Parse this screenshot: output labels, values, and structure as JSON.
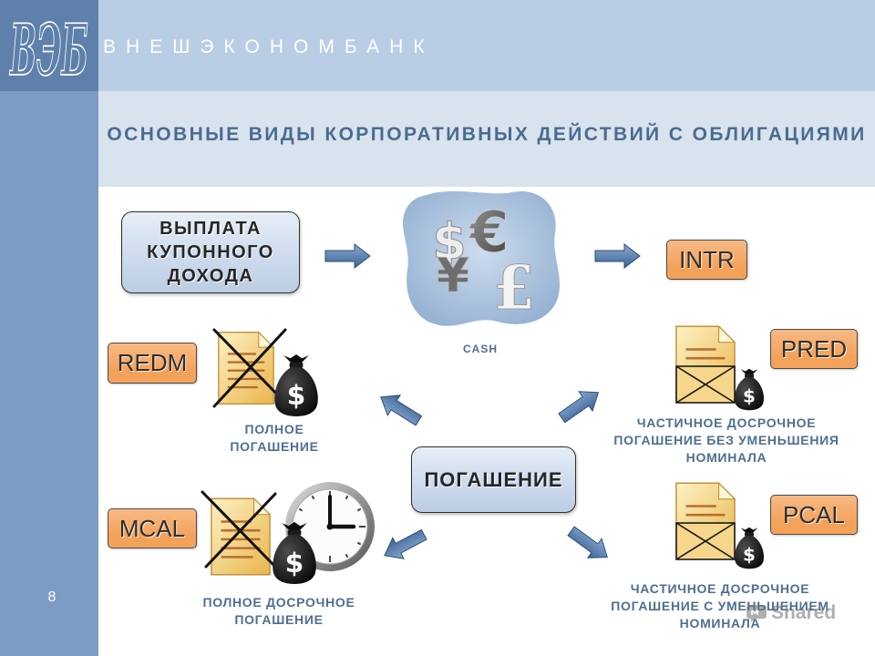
{
  "brand": {
    "logo_text": "ВЭБ",
    "name": "ВНЕШЭКОНОМБАНК"
  },
  "slide": {
    "title": "ОСНОВНЫЕ ВИДЫ КОРПОРАТИВНЫХ ДЕЙСТВИЙ С ОБЛИГАЦИЯМИ",
    "page_number": "8"
  },
  "coupon_payment": {
    "lines": [
      "ВЫПЛАТА",
      "КУПОННОГО",
      "ДОХОДА"
    ]
  },
  "cash": {
    "label": "CASH",
    "symbols": [
      "$",
      "€",
      "¥",
      "£"
    ]
  },
  "redemption": {
    "label": "ПОГАШЕНИЕ"
  },
  "action_codes": {
    "intr": "INTR",
    "redm": "REDM",
    "pred": "PRED",
    "mcal": "MCAL",
    "pcal": "PCAL"
  },
  "captions": {
    "redm": [
      "ПОЛНОЕ",
      "ПОГАШЕНИЕ"
    ],
    "mcal": [
      "ПОЛНОЕ ДОСРОЧНОЕ",
      "ПОГАШЕНИЕ"
    ],
    "pred": [
      "ЧАСТИЧНОЕ ДОСРОЧНОЕ",
      "ПОГАШЕНИЕ БЕЗ УМЕНЬШЕНИЯ",
      "НОМИНАЛА"
    ],
    "pcal": [
      "ЧАСТИЧНОЕ ДОСРОЧНОЕ",
      "ПОГАШЕНИЕ С УМЕНЬШЕНИЕМ",
      "НОМИНАЛА"
    ]
  },
  "icons": {
    "money_bag_glyph": "$",
    "logo": "veb-logo-icon",
    "cash": "cash-icon",
    "document": "document-icon",
    "cross_out": "cross-out-icon",
    "money_bag": "money-bag-icon",
    "clock": "clock-icon",
    "arrow": "arrow-icon"
  },
  "watermark": {
    "text": "Shared"
  },
  "colors": {
    "left_band": "#7d9cc3",
    "logo_block": "#5e80aa",
    "header_band": "#b9cde4",
    "title_band": "#d9e3ee",
    "title_text": "#4a6b92",
    "caption_text": "#4f6e92",
    "code_box": "#f4a25a",
    "pill_box": "#c4d5eb"
  }
}
